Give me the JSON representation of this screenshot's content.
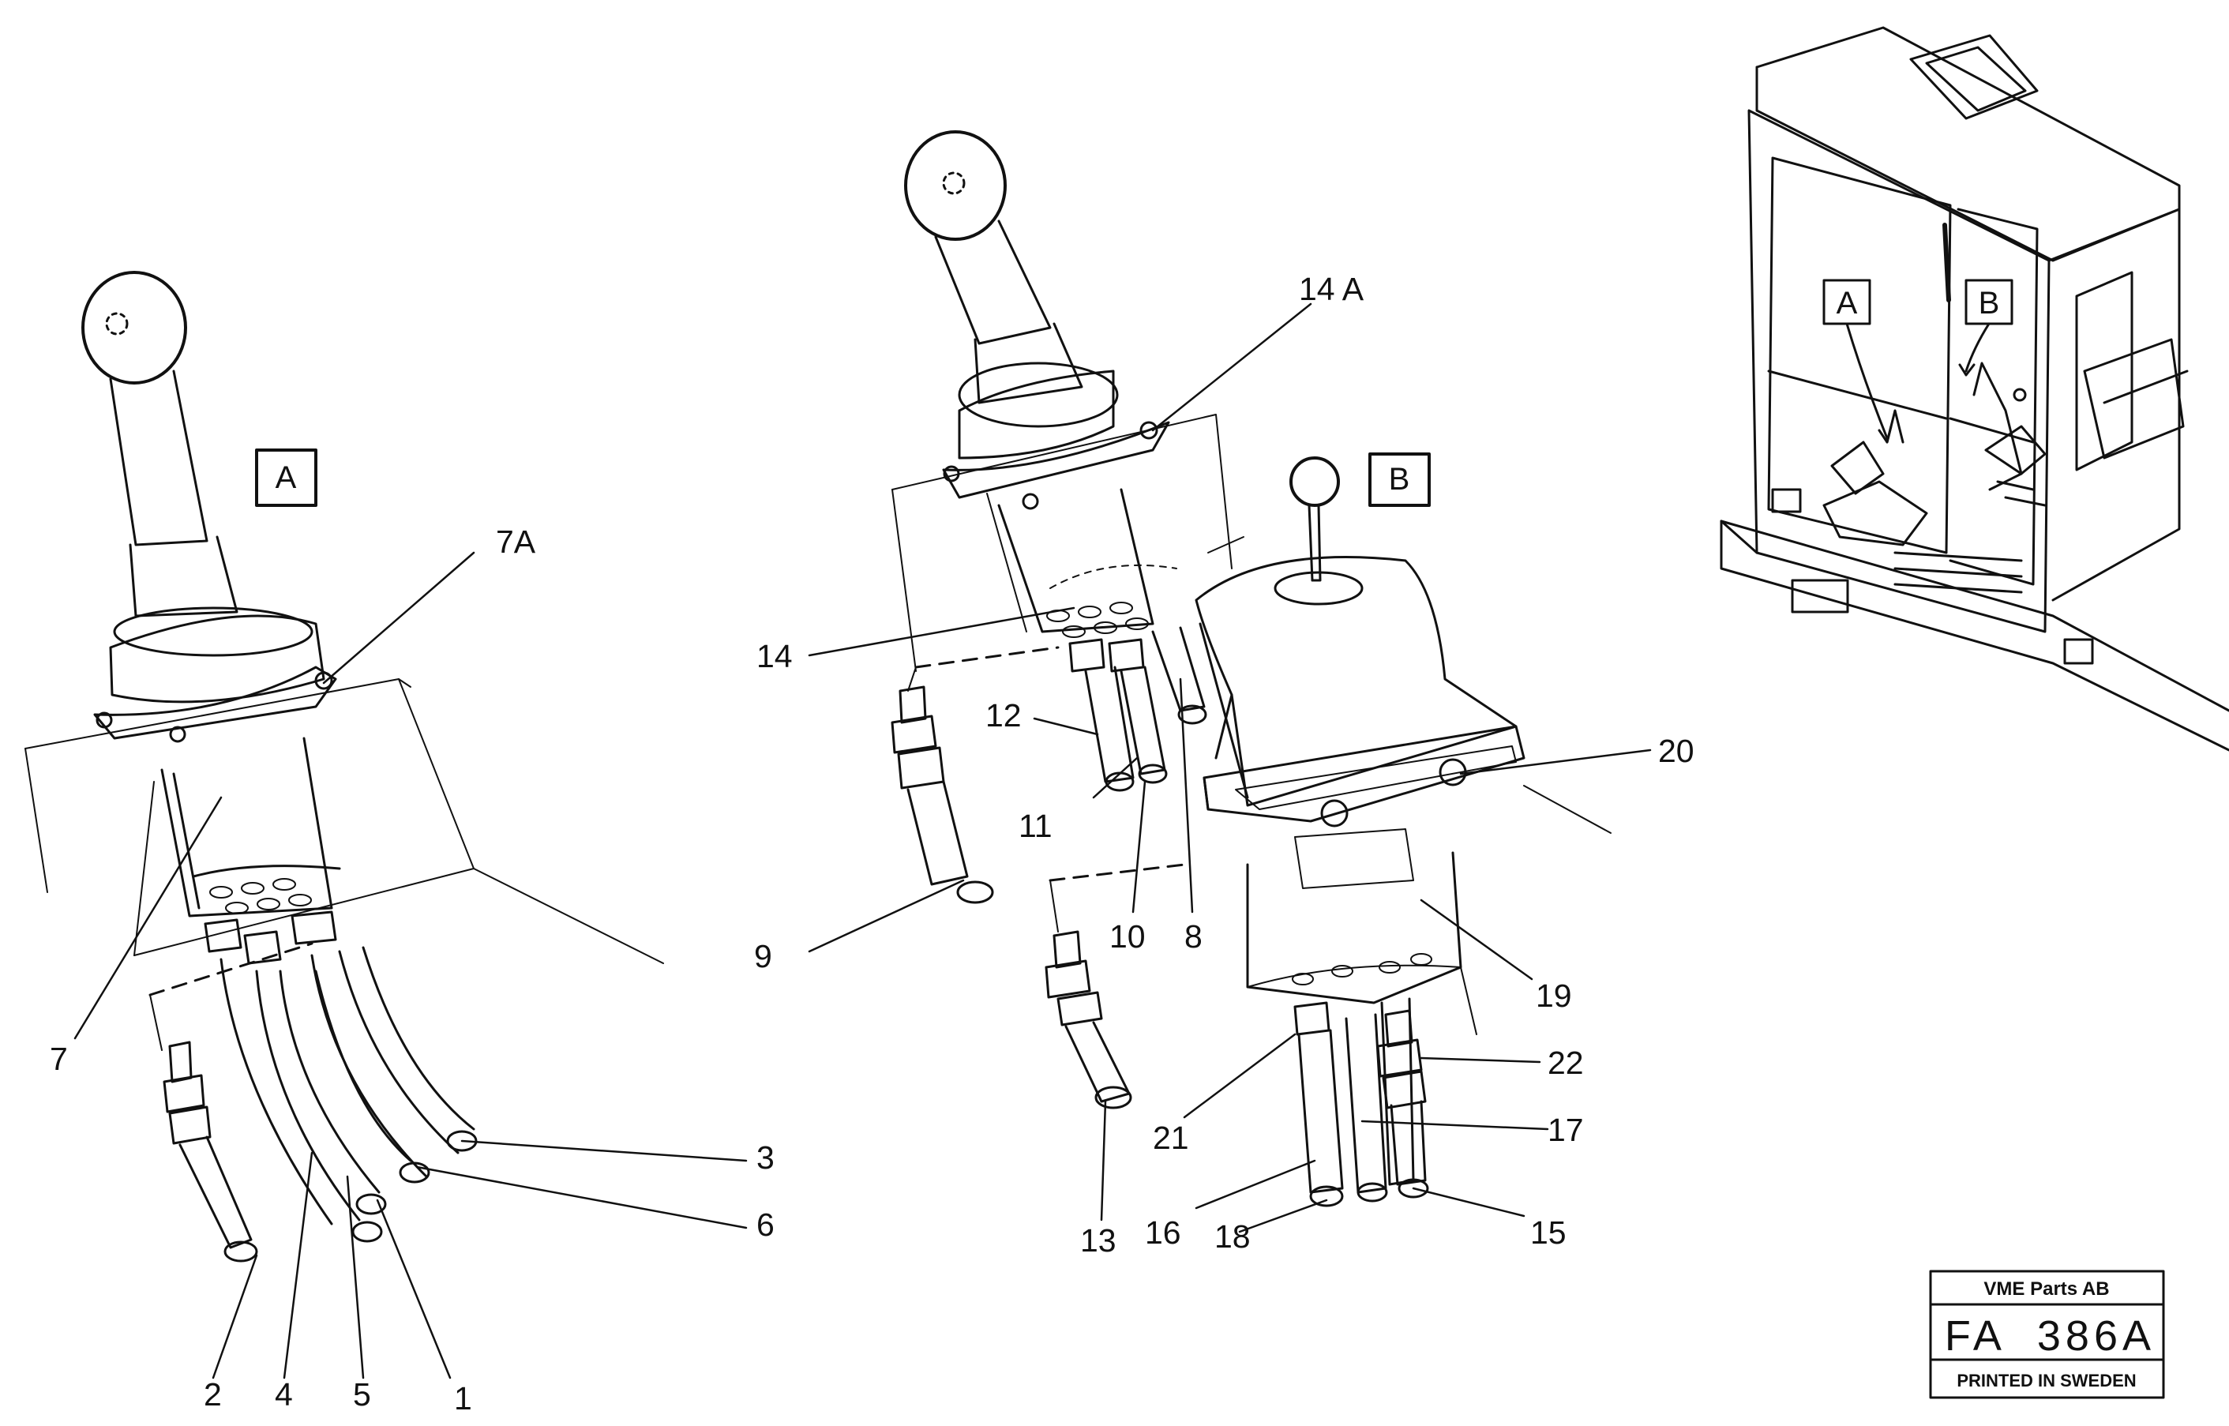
{
  "views": {
    "a": "A",
    "b": "B"
  },
  "callouts": {
    "p1": "1",
    "p2": "2",
    "p3": "3",
    "p4": "4",
    "p5": "5",
    "p6": "6",
    "p7": "7",
    "p7a": "7A",
    "p8": "8",
    "p9": "9",
    "p10": "10",
    "p11": "11",
    "p12": "12",
    "p13": "13",
    "p14": "14",
    "p14a": "14 A",
    "p15": "15",
    "p16": "16",
    "p17": "17",
    "p18": "18",
    "p19": "19",
    "p20": "20",
    "p21": "21",
    "p22": "22"
  },
  "stamp": {
    "company": "VME Parts AB",
    "code": "FA  386A",
    "footer": "PRINTED IN SWEDEN"
  }
}
